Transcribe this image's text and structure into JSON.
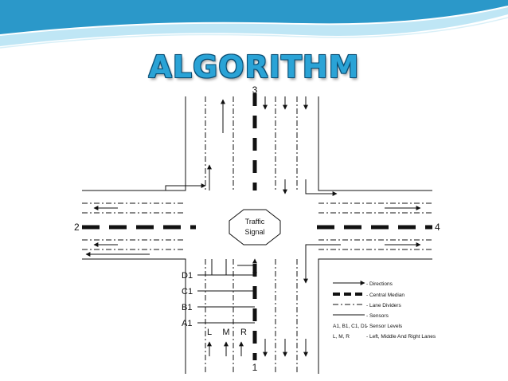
{
  "slide": {
    "title": "ALGORITHM",
    "colors": {
      "title": "#2aa3d6",
      "title_outline": "#0b4e74",
      "banner_dark": "#2b98c9",
      "banner_light": "#bfe6f5"
    }
  },
  "diagram": {
    "road_numbers": {
      "north": "3",
      "west": "2",
      "east": "4",
      "south": "1"
    },
    "signal": {
      "line1": "Traffic",
      "line2": "Signal"
    },
    "sensor_levels": [
      "D1",
      "C1",
      "B1",
      "A1"
    ],
    "lanes": [
      "L",
      "M",
      "R"
    ],
    "legend": [
      {
        "symbol": "arrow",
        "text": "- Directions"
      },
      {
        "symbol": "dash",
        "text": "- Central Median"
      },
      {
        "symbol": "dashdot",
        "text": "- Lane Dividers"
      },
      {
        "symbol": "line",
        "text": "- Sensors"
      },
      {
        "symbol": "text",
        "key": "A1, B1, C1, D1",
        "text": "- Sensor Levels"
      },
      {
        "symbol": "text",
        "key": "L, M, R",
        "text": "- Left, Middle And Right Lanes"
      }
    ]
  }
}
